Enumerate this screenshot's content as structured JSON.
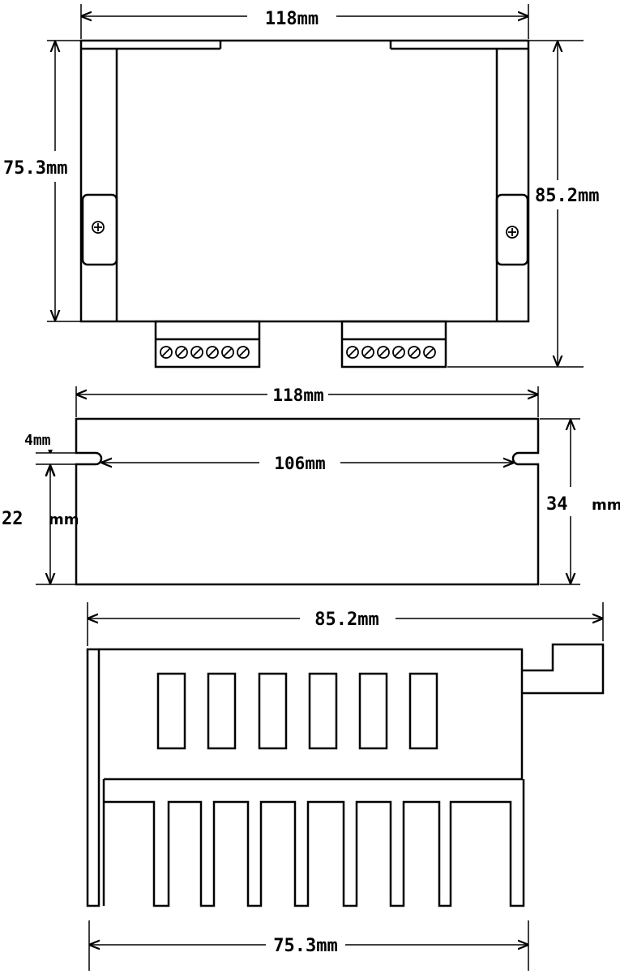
{
  "top_view": {
    "width_label": "118mm",
    "depth_label": "75.3mm",
    "overall_depth_label": "85.2mm",
    "terminal_block_count": 2,
    "screws_per_terminal_block": 6
  },
  "front_view": {
    "width_label": "118mm",
    "slot_spacing_label": "106mm",
    "slot_offset_label": "4mm",
    "lower_height_value": "22",
    "lower_height_unit": "mm",
    "height_value": "34",
    "height_unit": "mm"
  },
  "side_view": {
    "overall_label": "85.2mm",
    "base_label": "75.3mm",
    "connector_pins": 6,
    "heatsink_fins": 8
  }
}
